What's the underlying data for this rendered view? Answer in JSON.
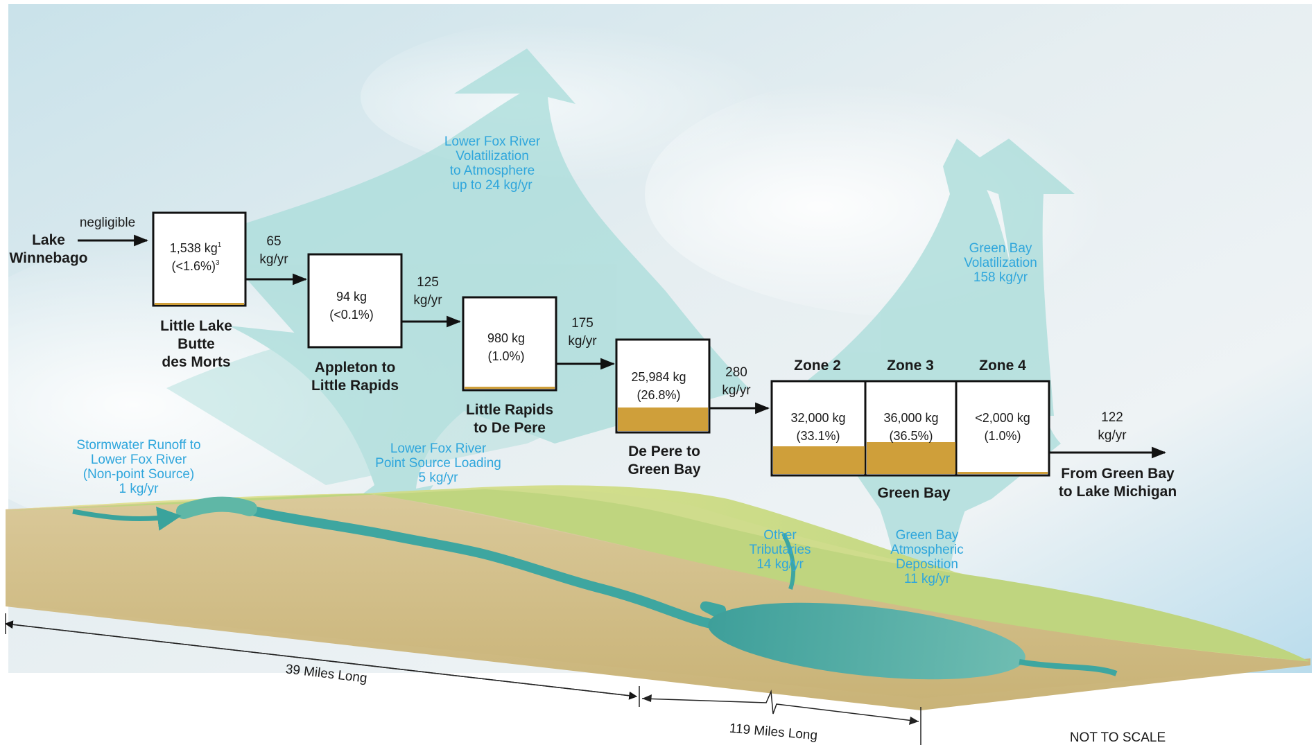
{
  "inflow": {
    "source_line1": "Lake",
    "source_line2": "Winnebago",
    "rate": "negligible"
  },
  "segments": [
    {
      "mass": "1,538 kg",
      "mass_sup": "1",
      "pct": "(<1.6%)",
      "pct_sup": "3",
      "name_lines": [
        "Little Lake",
        "Butte",
        "des Morts"
      ],
      "fill": 0.03
    },
    {
      "mass": "94 kg",
      "pct": "(<0.1%)",
      "name_lines": [
        "Appleton to",
        "Little Rapids"
      ],
      "fill": 0.0
    },
    {
      "mass": "980 kg",
      "pct": "(1.0%)",
      "name_lines": [
        "Little Rapids",
        "to De Pere"
      ],
      "fill": 0.03
    },
    {
      "mass": "25,984 kg",
      "pct": "(26.8%)",
      "name_lines": [
        "De Pere to",
        "Green Bay"
      ],
      "fill": 0.27
    }
  ],
  "flows": [
    {
      "value": "65",
      "unit": "kg/yr"
    },
    {
      "value": "125",
      "unit": "kg/yr"
    },
    {
      "value": "175",
      "unit": "kg/yr"
    },
    {
      "value": "280",
      "unit": "kg/yr"
    }
  ],
  "green_bay": {
    "label": "Green Bay",
    "zones": [
      {
        "name": "Zone 2",
        "mass": "32,000 kg",
        "pct": "(33.1%)",
        "fill": 0.3
      },
      {
        "name": "Zone 3",
        "mass": "36,000 kg",
        "pct": "(36.5%)",
        "fill": 0.34
      },
      {
        "name": "Zone 4",
        "mass": "<2,000 kg",
        "pct": "(1.0%)",
        "fill": 0.03
      }
    ]
  },
  "outflow": {
    "value": "122",
    "unit": "kg/yr",
    "label_lines": [
      "From Green Bay",
      "to Lake Michigan"
    ]
  },
  "annotations": {
    "fox_volatilization": [
      "Lower Fox River",
      "Volatilization",
      "to Atmosphere",
      "up to 24 kg/yr"
    ],
    "bay_volatilization": [
      "Green Bay",
      "Volatilization",
      "158 kg/yr"
    ],
    "stormwater": [
      "Stormwater Runoff to",
      "Lower Fox River",
      "(Non-point Source)",
      "1 kg/yr"
    ],
    "point_source": [
      "Lower Fox River",
      "Point Source Loading",
      "5 kg/yr"
    ],
    "tributaries": [
      "Other",
      "Tributaries",
      "14 kg/yr"
    ],
    "deposition": [
      "Green Bay",
      "Atmospheric",
      "Deposition",
      "11 kg/yr"
    ]
  },
  "scale": {
    "short": "39 Miles Long",
    "long": "119 Miles Long",
    "note": "NOT TO SCALE"
  },
  "colors": {
    "water_text": "#2fa6dc",
    "sediment": "#cf9f3a",
    "plume": "#a8dcd9",
    "river": "#3ea6a0",
    "land_top": "#cddc8c",
    "land_side": "#d9c490"
  }
}
